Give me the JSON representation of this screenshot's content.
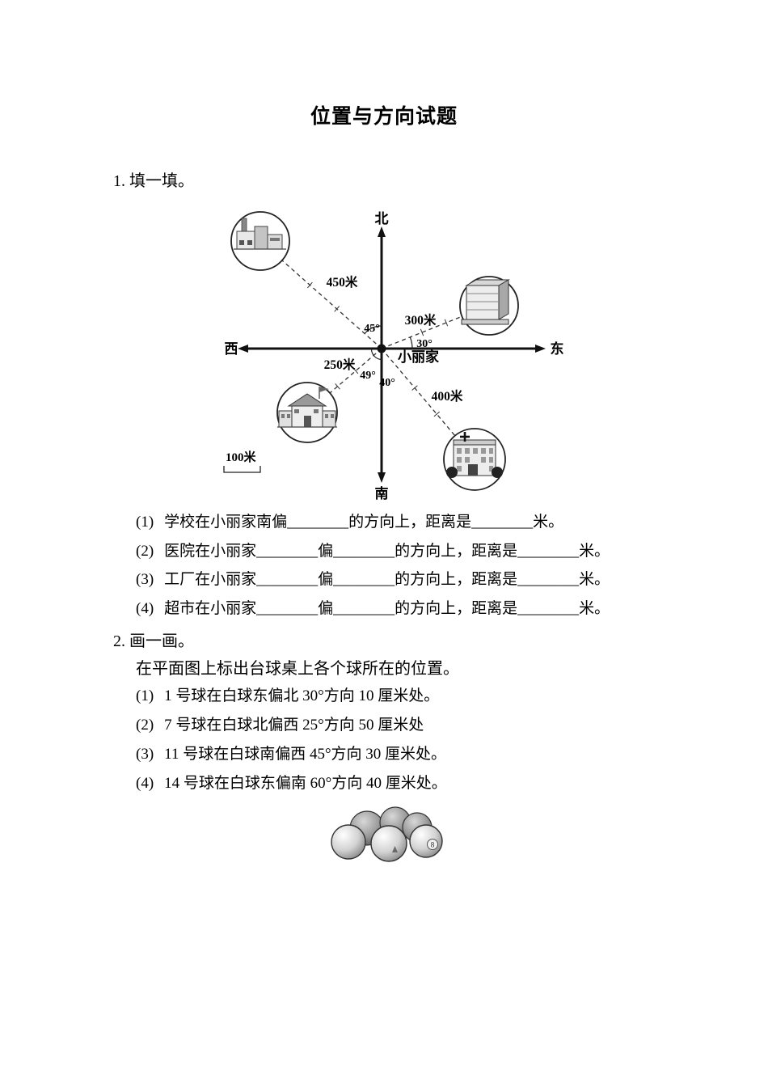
{
  "title": "位置与方向试题",
  "q1": {
    "number": "1.",
    "prompt": "填一填。",
    "items": [
      {
        "num": "(1)",
        "text": "学校在小丽家南偏________的方向上，距离是________米。"
      },
      {
        "num": "(2)",
        "text": "医院在小丽家________偏________的方向上，距离是________米。"
      },
      {
        "num": "(3)",
        "text": "工厂在小丽家________偏________的方向上，距离是________米。"
      },
      {
        "num": "(4)",
        "text": "超市在小丽家________偏________的方向上，距离是________米。"
      }
    ]
  },
  "q2": {
    "number": "2.",
    "prompt": "画一画。",
    "intro": "在平面图上标出台球桌上各个球所在的位置。",
    "items": [
      {
        "num": "(1)",
        "text": "1 号球在白球东偏北 30°方向 10 厘米处。"
      },
      {
        "num": "(2)",
        "text": "7 号球在白球北偏西 25°方向 50 厘米处"
      },
      {
        "num": "(3)",
        "text": "11 号球在白球南偏西 45°方向 30 厘米处。"
      },
      {
        "num": "(4)",
        "text": "14 号球在白球东偏南 60°方向 40 厘米处。"
      }
    ]
  },
  "diagram": {
    "compass": {
      "north": "北",
      "south": "南",
      "west": "西",
      "east": "东"
    },
    "center_label": "小丽家",
    "scale_label": "100米",
    "rays": {
      "northwest": {
        "icon": "factory-icon",
        "angle_label": "45°",
        "distance_label": "450米"
      },
      "northeast": {
        "icon": "supermarket-icon",
        "angle_label": "30°",
        "distance_label": "300米"
      },
      "southwest": {
        "icon": "school-icon",
        "angle_label": "49°",
        "distance_label": "250米"
      },
      "southeast": {
        "icon": "hospital-icon",
        "angle_label": "40°",
        "distance_label": "400米"
      }
    }
  },
  "balls": {
    "badge_label": "8"
  }
}
